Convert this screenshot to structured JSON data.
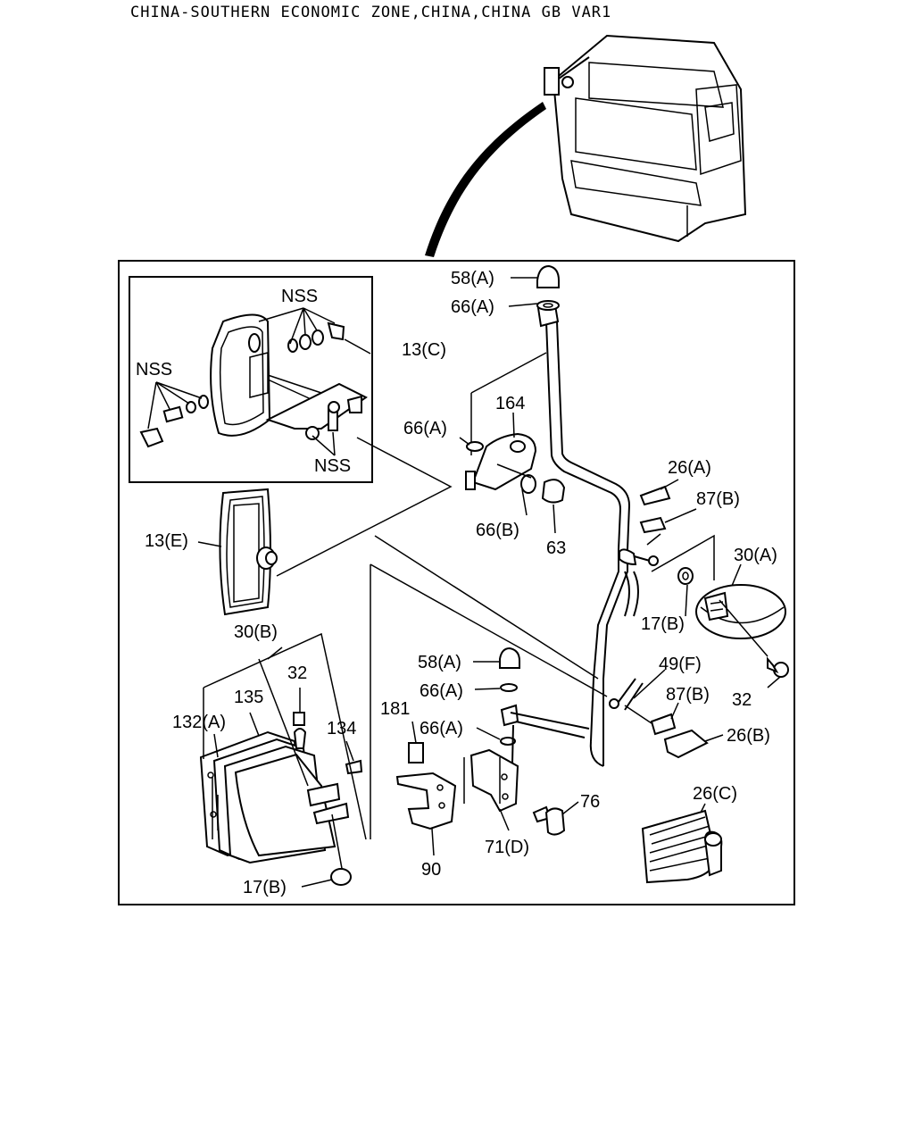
{
  "header": {
    "title": "CHINA-SOUTHERN ECONOMIC ZONE,CHINA,CHINA GB VAR1"
  },
  "callouts": {
    "nss_1": "NSS",
    "nss_2": "NSS",
    "nss_3": "NSS",
    "p13c": "13(C)",
    "p13e": "13(E)",
    "p58a_top": "58(A)",
    "p66a_top": "66(A)",
    "p66a_mid": "66(A)",
    "p164": "164",
    "p66b": "66(B)",
    "p63": "63",
    "p26a": "26(A)",
    "p87b_top": "87(B)",
    "p30a": "30(A)",
    "p17b_right": "17(B)",
    "p32_right": "32",
    "p49f": "49(F)",
    "p87b_low": "87(B)",
    "p26b": "26(B)",
    "p26c": "26(C)",
    "p30b": "30(B)",
    "p32_left": "32",
    "p135": "135",
    "p132a": "132(A)",
    "p134": "134",
    "p181": "181",
    "p58a_low": "58(A)",
    "p66a_low1": "66(A)",
    "p66a_low2": "66(A)",
    "p76": "76",
    "p71d": "71(D)",
    "p90": "90",
    "p17b_left": "17(B)"
  }
}
